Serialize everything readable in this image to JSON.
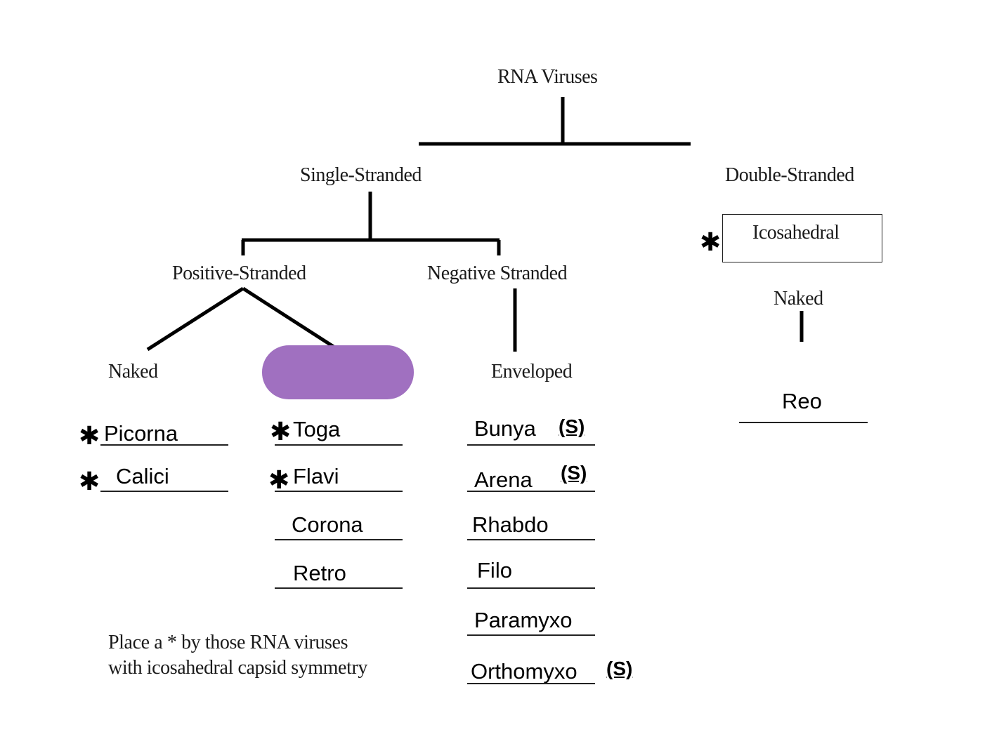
{
  "title": "RNA Viruses",
  "branches": {
    "single": "Single-Stranded",
    "double": "Double-Stranded",
    "positive": "Positive-Stranded",
    "negative": "Negative Stranded",
    "pos_naked": "Naked",
    "pos_enveloped_hidden": "",
    "neg_enveloped": "Enveloped",
    "ds_symmetry": "Icosahedral",
    "ds_naked": "Naked"
  },
  "colors": {
    "highlight": "#a070c0"
  },
  "star_symbol": "✱",
  "s_marker": "(S)",
  "columns": {
    "pos_naked": [
      {
        "name": "Picorna",
        "star": true
      },
      {
        "name": "Calici",
        "star": true
      }
    ],
    "pos_enveloped": [
      {
        "name": "Toga",
        "star": true
      },
      {
        "name": "Flavi",
        "star": true
      },
      {
        "name": "Corona",
        "star": false
      },
      {
        "name": "Retro",
        "star": false
      }
    ],
    "neg_enveloped": [
      {
        "name": "Bunya",
        "segmented": true
      },
      {
        "name": "Arena",
        "segmented": true
      },
      {
        "name": "Rhabdo",
        "segmented": false
      },
      {
        "name": "Filo",
        "segmented": false
      },
      {
        "name": "Paramyxo",
        "segmented": false
      },
      {
        "name": "Orthomyxo",
        "segmented": true
      }
    ],
    "ds_naked": [
      {
        "name": "Reo"
      }
    ]
  },
  "note": {
    "line1": "Place a * by those RNA viruses",
    "line2": "with icosahedral capsid symmetry"
  }
}
